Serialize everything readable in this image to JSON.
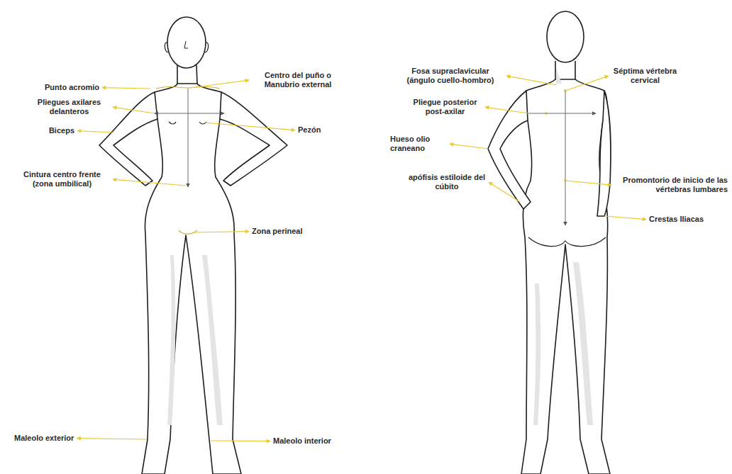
{
  "diagram": {
    "labels": [
      "Punto acromio",
      "Centro del puño o Manubrio external",
      "Pliegues axilares delanteros",
      "Biceps",
      "Pezón",
      "Cintura centro frente (zona umbilical)",
      "Zona perineal",
      "Maleolo exterior",
      "Maleolo interior",
      "Fosa supraclavicular (ángulo cuello-hombro)",
      "Séptima vértebra cervical",
      "Pliegue posterior post-axilar",
      "Hueso olio craneano",
      "apófisis estiloide del cúbito",
      "Promontorio de inicio de las vértebras lumbares",
      "Crestas Iliacas"
    ]
  }
}
